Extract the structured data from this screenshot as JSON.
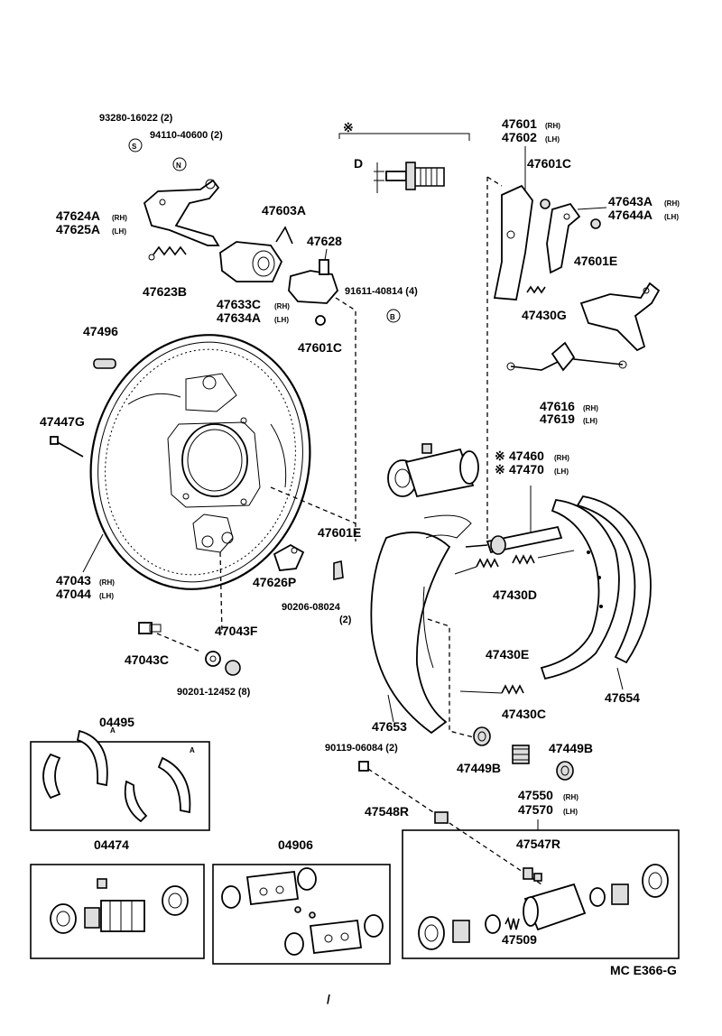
{
  "diagram": {
    "drawing_code": "MC E366-G",
    "labels": {
      "p93280": "93280-16022 (2)",
      "p94110": "94110-40600 (2)",
      "p47624a": "47624A",
      "p47625a": "47625A",
      "p47603a": "47603A",
      "p47628": "47628",
      "p47623b": "47623B",
      "p47633c": "47633C",
      "p47634a": "47634A",
      "p91611": "91611-40814 (4)",
      "p47601c_mid": "47601C",
      "p47496": "47496",
      "p47447g": "47447G",
      "p47043": "47043",
      "p47044": "47044",
      "p47626p": "47626P",
      "p47601e_mid": "47601E",
      "p90206": "90206-08024",
      "p90206_qty": "(2)",
      "p47043f": "47043F",
      "p47043c": "47043C",
      "p90201": "90201-12452 (8)",
      "p04495": "04495",
      "p04474": "04474",
      "p04906": "04906",
      "p47601": "47601",
      "p47602": "47602",
      "p47601c_top": "47601C",
      "p47643a": "47643A",
      "p47644a": "47644A",
      "p47601e_top": "47601E",
      "p47430g": "47430G",
      "p47616": "47616",
      "p47619": "47619",
      "p47460": "47460",
      "p47470": "47470",
      "p47430d": "47430D",
      "p47430e": "47430E",
      "p47430c": "47430C",
      "p47654": "47654",
      "p47653": "47653",
      "p90119": "90119-06084 (2)",
      "p47449b_l": "47449B",
      "p47449b_r": "47449B",
      "p47550": "47550",
      "p47570": "47570",
      "p47548r": "47548R",
      "p47547r": "47547R",
      "p47509": "47509",
      "dim_d": "D",
      "star": "※",
      "star2": "※",
      "star3": "※",
      "rh": "(RH)",
      "lh": "(LH)",
      "mark_s": "S",
      "mark_n": "N",
      "mark_b": "B",
      "mark_a": "A",
      "stray": "/"
    }
  }
}
